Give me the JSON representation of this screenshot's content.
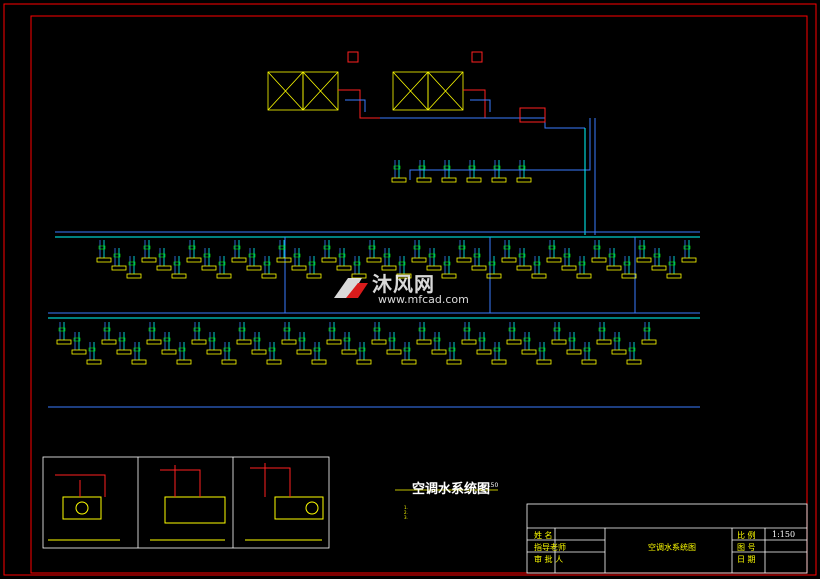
{
  "drawing": {
    "title": "空调水系统图",
    "title_scale": "1:150",
    "notes": [
      "1.",
      "2.",
      "3."
    ]
  },
  "title_block": {
    "drawing_name": "空调水系统图",
    "labels": {
      "name": "姓 名",
      "advisor": "指导老师",
      "reviewer": "审 批 人",
      "scale": "比 例",
      "drawing_no": "图 号",
      "date": "日 期"
    },
    "scale_value": "1:150"
  },
  "watermark": {
    "brand": "沐风网",
    "url": "www.mfcad.com"
  },
  "colors": {
    "frame": "#ff0000",
    "pipe_blue": "#3a7bff",
    "pipe_cyan": "#00ffff",
    "label_yellow": "#ffff00",
    "green": "#00ff00",
    "white": "#ffffff"
  }
}
